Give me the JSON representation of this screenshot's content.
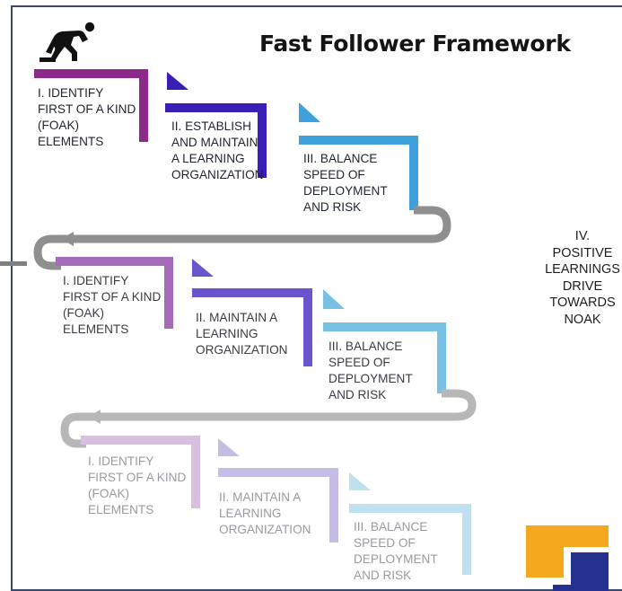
{
  "title": "Fast Follower Framework",
  "icons": {
    "runner": "runner-start-icon",
    "logo": "brand-logo"
  },
  "colors": {
    "row1": [
      "#8c2a8c",
      "#3b1db8",
      "#3ea0dc"
    ],
    "row2": [
      "#a56ab8",
      "#6a55cc",
      "#78c0e4"
    ],
    "row3": [
      "#d9bfe0",
      "#c6bde6",
      "#bfe0ee"
    ],
    "connector": [
      "#8f8f8f",
      "#b7b7b7"
    ],
    "logo": [
      "#f4a81d",
      "#24318f"
    ]
  },
  "rows": [
    {
      "steps": [
        "I. IDENTIFY\nFIRST OF A KIND\n(FOAK)\nELEMENTS",
        "II. ESTABLISH\nAND MAINTAIN\nA LEARNING\nORGANIZATION",
        "III. BALANCE\nSPEED OF\nDEPLOYMENT\nAND RISK"
      ]
    },
    {
      "steps": [
        "I. IDENTIFY\nFIRST OF A KIND\n(FOAK)\nELEMENTS",
        "II. MAINTAIN A\nLEARNING\nORGANIZATION",
        "III. BALANCE\nSPEED OF\nDEPLOYMENT\nAND RISK"
      ]
    },
    {
      "steps": [
        "I. IDENTIFY\nFIRST OF A KIND\n(FOAK)\nELEMENTS",
        "II. MAINTAIN A\nLEARNING\nORGANIZATION",
        "III. BALANCE\nSPEED OF\nDEPLOYMENT\nAND RISK"
      ]
    }
  ],
  "outcome": "IV.\nPOSITIVE\nLEARNINGS\nDRIVE\nTOWARDS\nNOAK"
}
